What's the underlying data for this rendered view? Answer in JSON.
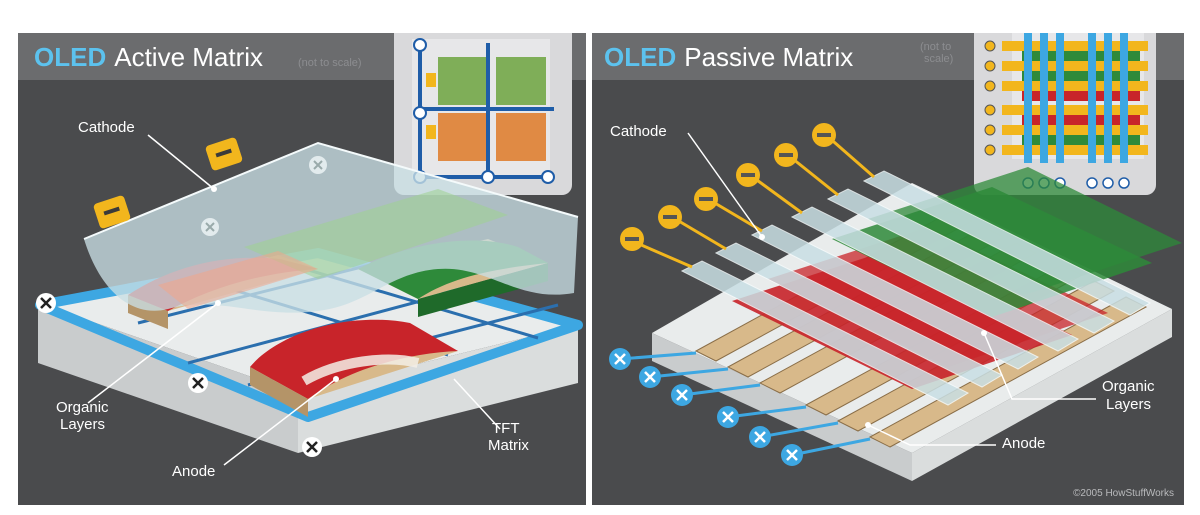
{
  "left_panel": {
    "title_brand": "OLED",
    "title_rest": "Active Matrix",
    "note": "(not to scale)",
    "labels": {
      "cathode": "Cathode",
      "organic_line1": "Organic",
      "organic_line2": "Layers",
      "anode": "Anode",
      "tft_line1": "TFT",
      "tft_line2": "Matrix"
    }
  },
  "right_panel": {
    "title_brand": "OLED",
    "title_rest": "Passive Matrix",
    "note_line1": "(not to",
    "note_line2": "scale)",
    "labels": {
      "cathode": "Cathode",
      "organic_line1": "Organic",
      "organic_line2": "Layers",
      "anode": "Anode"
    }
  },
  "copyright": "©2005 HowStuffWorks",
  "colors": {
    "panel_bg": "#4a4b4d",
    "title_bar": "#6b6c6e",
    "brand_blue": "#5cc2ee",
    "red_layer": "#c8242a",
    "green_layer": "#2e8a3a",
    "anode_gold": "#d8b98a",
    "cathode_silver": "#c9dfe4",
    "contact_yellow": "#f2b61d",
    "matrix_blue": "#3da7e2"
  },
  "icons": [
    "minus-terminal-icon",
    "plus-terminal-icon",
    "x-terminal-icon"
  ]
}
